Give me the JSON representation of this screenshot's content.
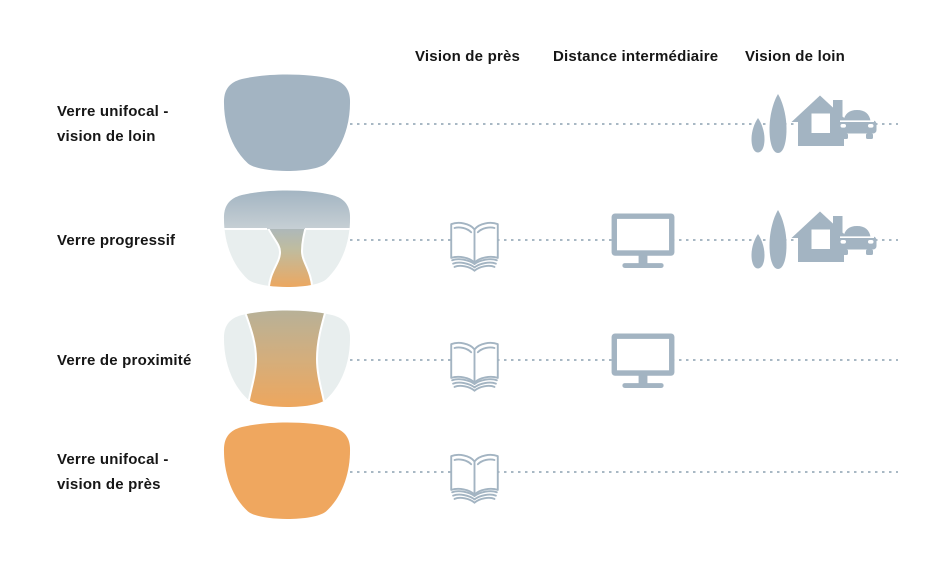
{
  "columns": [
    {
      "label": "Vision de près",
      "icon": "open-book-icon"
    },
    {
      "label": "Distance intermédiaire",
      "icon": "monitor-icon"
    },
    {
      "label": "Vision de loin",
      "icon": "distance-scene-icon"
    }
  ],
  "rows": [
    {
      "label_lines": [
        "Verre unifocal -",
        "vision de loin"
      ],
      "lens": "unifocal-vision-de-loin",
      "lens_fill": "solid-blue-gray",
      "vision_de_pres": false,
      "distance_intermediaire": false,
      "vision_de_loin": true
    },
    {
      "label_lines": [
        "Verre progressif"
      ],
      "lens": "progressif",
      "lens_fill": "blue-gray-top-orange-corridor",
      "vision_de_pres": true,
      "distance_intermediaire": true,
      "vision_de_loin": true
    },
    {
      "label_lines": [
        "Verre de proximité"
      ],
      "lens": "proximite",
      "lens_fill": "olive-to-orange-center-band",
      "vision_de_pres": true,
      "distance_intermediaire": true,
      "vision_de_loin": false
    },
    {
      "label_lines": [
        "Verre unifocal -",
        "vision de près"
      ],
      "lens": "unifocal-vision-de-pres",
      "lens_fill": "solid-orange",
      "vision_de_pres": true,
      "distance_intermediaire": false,
      "vision_de_loin": false
    }
  ],
  "colors": {
    "blue_gray": "#a3b4c2",
    "pale_lens": "#e8eeee",
    "orange": "#efa75f",
    "olive": "#b7b299",
    "dotted_line": "#a8b8c4",
    "text": "#161616",
    "white": "#ffffff"
  }
}
